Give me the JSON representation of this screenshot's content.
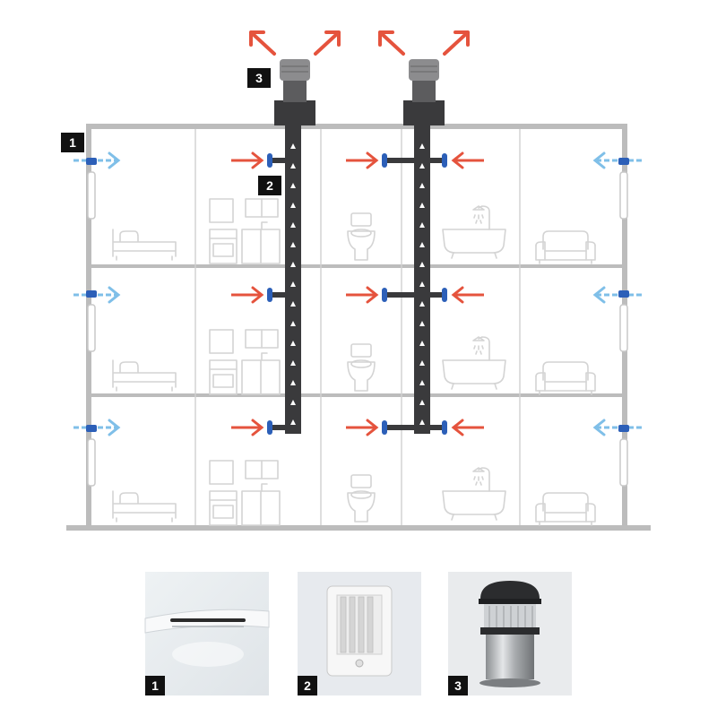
{
  "labels": {
    "wall_vent": "1",
    "extract_grille": "2",
    "roof_fan": "3"
  },
  "colors": {
    "frame": "#bcbcbc",
    "duct": "#3a3a3c",
    "exhaust_arrow": "#e5533d",
    "inlet_arrow": "#7fbfe8",
    "fitting_blue": "#2c5fb8",
    "badge": "#111111"
  },
  "icons": {
    "bedroom": "bed-icon",
    "kitchen": "kitchen-icon",
    "wc": "toilet-icon",
    "bathroom": "bathtub-icon",
    "living": "sofa-icon"
  }
}
